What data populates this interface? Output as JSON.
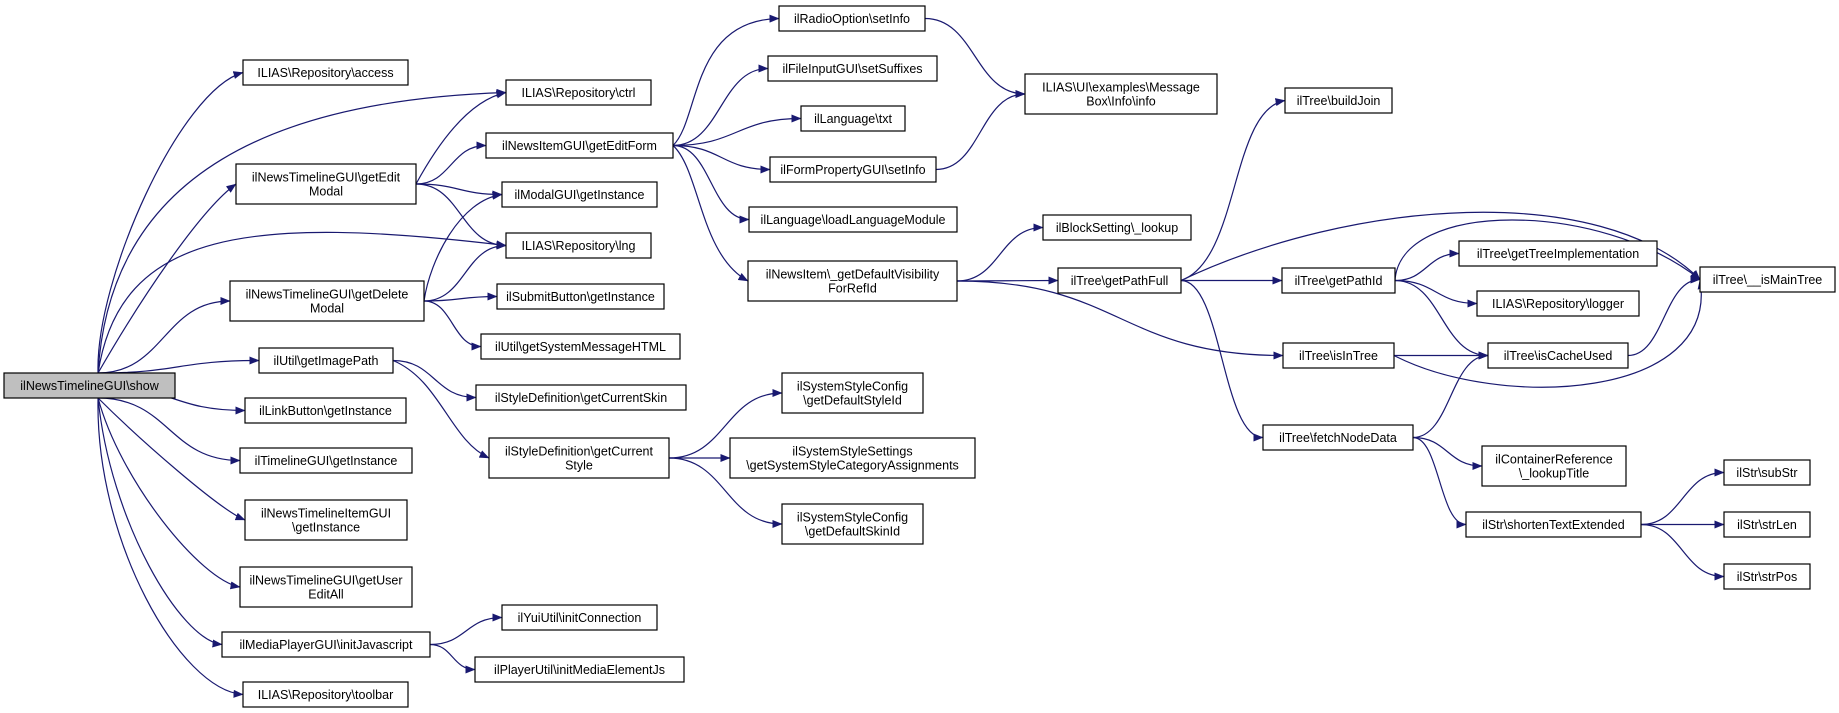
{
  "graph": {
    "edge_color": "#191970",
    "root_fill": "#bfbfbf",
    "nodes": [
      {
        "id": "root",
        "lines": [
          "ilNewsTimelineGUI\\show"
        ],
        "root": true
      },
      {
        "id": "repo_access",
        "lines": [
          "ILIAS\\Repository\\access"
        ]
      },
      {
        "id": "repo_ctrl",
        "lines": [
          "ILIAS\\Repository\\ctrl"
        ]
      },
      {
        "id": "getEditModal",
        "lines": [
          "ilNewsTimelineGUI\\getEdit",
          "Modal"
        ]
      },
      {
        "id": "modal_getInstance",
        "lines": [
          "ilModalGUI\\getInstance"
        ]
      },
      {
        "id": "repo_lng",
        "lines": [
          "ILIAS\\Repository\\lng"
        ]
      },
      {
        "id": "getDeleteModal",
        "lines": [
          "ilNewsTimelineGUI\\getDelete",
          "Modal"
        ]
      },
      {
        "id": "submit_getInstance",
        "lines": [
          "ilSubmitButton\\getInstance"
        ]
      },
      {
        "id": "getSystemMessageHTML",
        "lines": [
          "ilUtil\\getSystemMessageHTML"
        ]
      },
      {
        "id": "getImagePath",
        "lines": [
          "ilUtil\\getImagePath"
        ]
      },
      {
        "id": "getCurrentSkin",
        "lines": [
          "ilStyleDefinition\\getCurrentSkin"
        ]
      },
      {
        "id": "linkbutton_getInstance",
        "lines": [
          "ilLinkButton\\getInstance"
        ]
      },
      {
        "id": "timeline_getInstance",
        "lines": [
          "ilTimelineGUI\\getInstance"
        ]
      },
      {
        "id": "timelineitem_getInstance",
        "lines": [
          "ilNewsTimelineItemGUI",
          "\\getInstance"
        ]
      },
      {
        "id": "getUserEditAll",
        "lines": [
          "ilNewsTimelineGUI\\getUser",
          "EditAll"
        ]
      },
      {
        "id": "initJavascript",
        "lines": [
          "ilMediaPlayerGUI\\initJavascript"
        ]
      },
      {
        "id": "initConnection",
        "lines": [
          "ilYuiUtil\\initConnection"
        ]
      },
      {
        "id": "initMediaElementJs",
        "lines": [
          "ilPlayerUtil\\initMediaElementJs"
        ]
      },
      {
        "id": "repo_toolbar",
        "lines": [
          "ILIAS\\Repository\\toolbar"
        ]
      },
      {
        "id": "getEditForm",
        "lines": [
          "ilNewsItemGUI\\getEditForm"
        ]
      },
      {
        "id": "radio_setInfo",
        "lines": [
          "ilRadioOption\\setInfo"
        ]
      },
      {
        "id": "setSuffixes",
        "lines": [
          "ilFileInputGUI\\setSuffixes"
        ]
      },
      {
        "id": "lang_txt",
        "lines": [
          "ilLanguage\\txt"
        ]
      },
      {
        "id": "formprop_setInfo",
        "lines": [
          "ilFormPropertyGUI\\setInfo"
        ]
      },
      {
        "id": "loadLanguageModule",
        "lines": [
          "ilLanguage\\loadLanguageModule"
        ]
      },
      {
        "id": "msgbox_info",
        "lines": [
          "ILIAS\\UI\\examples\\Message",
          "Box\\Info\\info"
        ]
      },
      {
        "id": "getDefaultVisibility",
        "lines": [
          "ilNewsItem\\_getDefaultVisibility",
          "ForRefId"
        ]
      },
      {
        "id": "getCurrentStyle",
        "lines": [
          "ilStyleDefinition\\getCurrent",
          "Style"
        ]
      },
      {
        "id": "getDefaultStyleId",
        "lines": [
          "ilSystemStyleConfig",
          "\\getDefaultStyleId"
        ]
      },
      {
        "id": "getSystemStyleCategoryAssignments",
        "lines": [
          "ilSystemStyleSettings",
          "\\getSystemStyleCategoryAssignments"
        ]
      },
      {
        "id": "getDefaultSkinId",
        "lines": [
          "ilSystemStyleConfig",
          "\\getDefaultSkinId"
        ]
      },
      {
        "id": "blocksetting_lookup",
        "lines": [
          "ilBlockSetting\\_lookup"
        ]
      },
      {
        "id": "getPathFull",
        "lines": [
          "ilTree\\getPathFull"
        ]
      },
      {
        "id": "buildJoin",
        "lines": [
          "ilTree\\buildJoin"
        ]
      },
      {
        "id": "getPathId",
        "lines": [
          "ilTree\\getPathId"
        ]
      },
      {
        "id": "getTreeImplementation",
        "lines": [
          "ilTree\\getTreeImplementation"
        ]
      },
      {
        "id": "repo_logger",
        "lines": [
          "ILIAS\\Repository\\logger"
        ]
      },
      {
        "id": "isMainTree",
        "lines": [
          "ilTree\\__isMainTree"
        ]
      },
      {
        "id": "isInTree",
        "lines": [
          "ilTree\\isInTree"
        ]
      },
      {
        "id": "isCacheUsed",
        "lines": [
          "ilTree\\isCacheUsed"
        ]
      },
      {
        "id": "fetchNodeData",
        "lines": [
          "ilTree\\fetchNodeData"
        ]
      },
      {
        "id": "lookupTitle",
        "lines": [
          "ilContainerReference",
          "\\_lookupTitle"
        ]
      },
      {
        "id": "shortenTextExtended",
        "lines": [
          "ilStr\\shortenTextExtended"
        ]
      },
      {
        "id": "subStr",
        "lines": [
          "ilStr\\subStr"
        ]
      },
      {
        "id": "strLen",
        "lines": [
          "ilStr\\strLen"
        ]
      },
      {
        "id": "strPos",
        "lines": [
          "ilStr\\strPos"
        ]
      }
    ],
    "edges": [
      [
        "root",
        "repo_access"
      ],
      [
        "root",
        "repo_ctrl"
      ],
      [
        "root",
        "getEditModal"
      ],
      [
        "root",
        "repo_lng"
      ],
      [
        "root",
        "getDeleteModal"
      ],
      [
        "root",
        "getImagePath"
      ],
      [
        "root",
        "linkbutton_getInstance"
      ],
      [
        "root",
        "timeline_getInstance"
      ],
      [
        "root",
        "timelineitem_getInstance"
      ],
      [
        "root",
        "getUserEditAll"
      ],
      [
        "root",
        "initJavascript"
      ],
      [
        "root",
        "repo_toolbar"
      ],
      [
        "getEditModal",
        "repo_ctrl"
      ],
      [
        "getEditModal",
        "getEditForm"
      ],
      [
        "getEditModal",
        "modal_getInstance"
      ],
      [
        "getEditModal",
        "repo_lng"
      ],
      [
        "getDeleteModal",
        "modal_getInstance"
      ],
      [
        "getDeleteModal",
        "repo_lng"
      ],
      [
        "getDeleteModal",
        "submit_getInstance"
      ],
      [
        "getDeleteModal",
        "getSystemMessageHTML"
      ],
      [
        "getImagePath",
        "getCurrentSkin"
      ],
      [
        "getImagePath",
        "getCurrentStyle"
      ],
      [
        "initJavascript",
        "initConnection"
      ],
      [
        "initJavascript",
        "initMediaElementJs"
      ],
      [
        "getEditForm",
        "radio_setInfo"
      ],
      [
        "getEditForm",
        "setSuffixes"
      ],
      [
        "getEditForm",
        "lang_txt"
      ],
      [
        "getEditForm",
        "formprop_setInfo"
      ],
      [
        "getEditForm",
        "loadLanguageModule"
      ],
      [
        "getEditForm",
        "getDefaultVisibility"
      ],
      [
        "radio_setInfo",
        "msgbox_info"
      ],
      [
        "formprop_setInfo",
        "msgbox_info"
      ],
      [
        "getCurrentStyle",
        "getDefaultStyleId"
      ],
      [
        "getCurrentStyle",
        "getSystemStyleCategoryAssignments"
      ],
      [
        "getCurrentStyle",
        "getDefaultSkinId"
      ],
      [
        "getDefaultVisibility",
        "blocksetting_lookup"
      ],
      [
        "getDefaultVisibility",
        "getPathFull"
      ],
      [
        "getDefaultVisibility",
        "isInTree"
      ],
      [
        "getPathFull",
        "buildJoin"
      ],
      [
        "getPathFull",
        "getPathId"
      ],
      [
        "getPathFull",
        "isMainTree"
      ],
      [
        "getPathFull",
        "fetchNodeData"
      ],
      [
        "getPathId",
        "getTreeImplementation"
      ],
      [
        "getPathId",
        "repo_logger"
      ],
      [
        "getPathId",
        "isCacheUsed"
      ],
      [
        "getPathId",
        "isMainTree"
      ],
      [
        "isInTree",
        "isCacheUsed"
      ],
      [
        "isInTree",
        "isMainTree"
      ],
      [
        "isCacheUsed",
        "isMainTree"
      ],
      [
        "fetchNodeData",
        "isCacheUsed"
      ],
      [
        "fetchNodeData",
        "lookupTitle"
      ],
      [
        "fetchNodeData",
        "shortenTextExtended"
      ],
      [
        "shortenTextExtended",
        "subStr"
      ],
      [
        "shortenTextExtended",
        "strLen"
      ],
      [
        "shortenTextExtended",
        "strPos"
      ]
    ]
  }
}
